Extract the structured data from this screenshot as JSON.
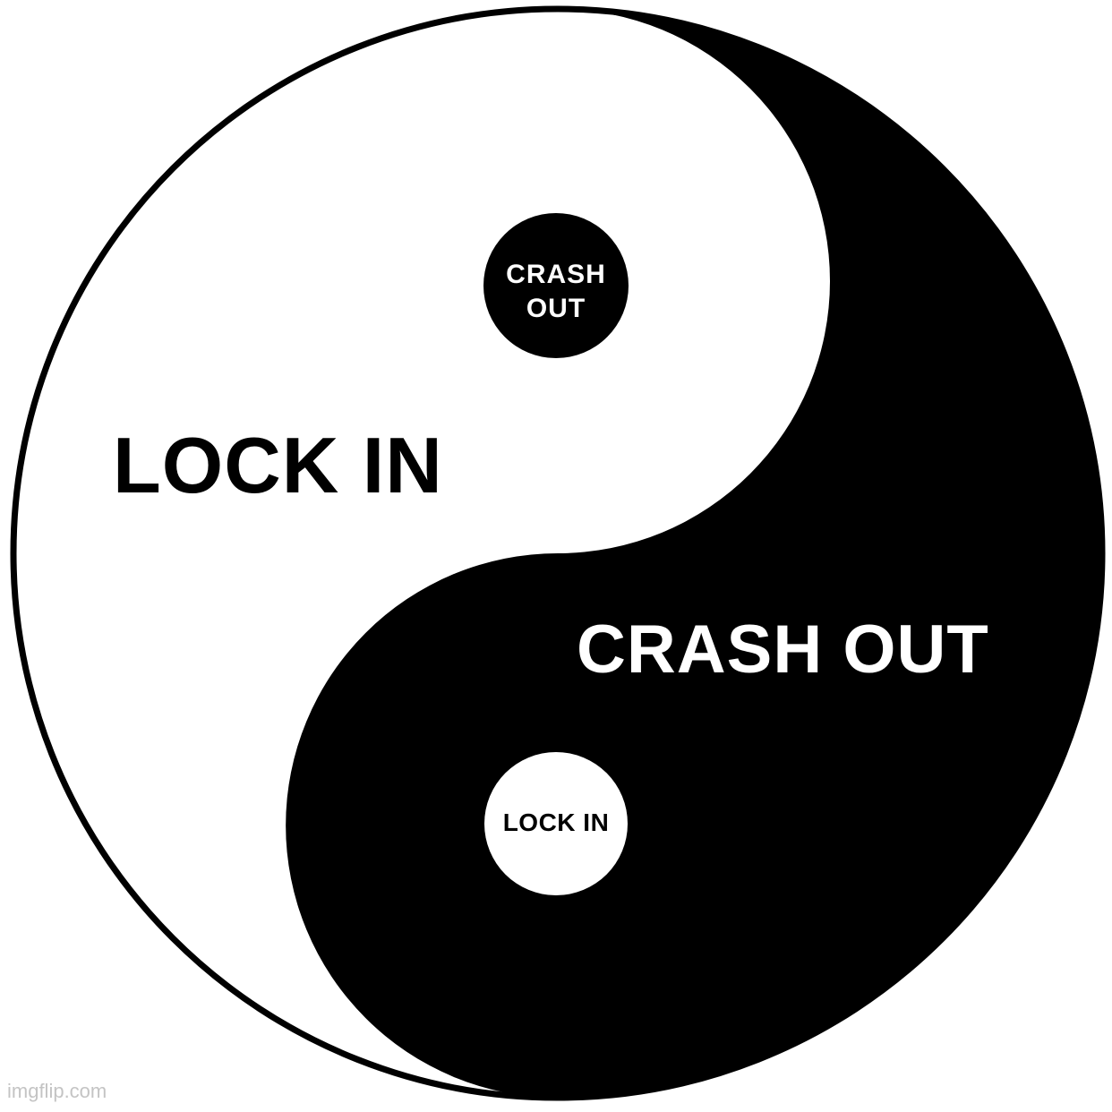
{
  "colors": {
    "background": "#ffffff",
    "yin": "#000000",
    "yang": "#ffffff",
    "watermark": "#c4c4c4"
  },
  "symbol": {
    "name": "yin-yang-icon",
    "white_half_label": "LOCK IN",
    "black_half_label": "CRASH OUT",
    "black_dot_label_line1": "CRASH",
    "black_dot_label_line2": "OUT",
    "white_dot_label": "LOCK IN"
  },
  "watermark": "imgflip.com"
}
